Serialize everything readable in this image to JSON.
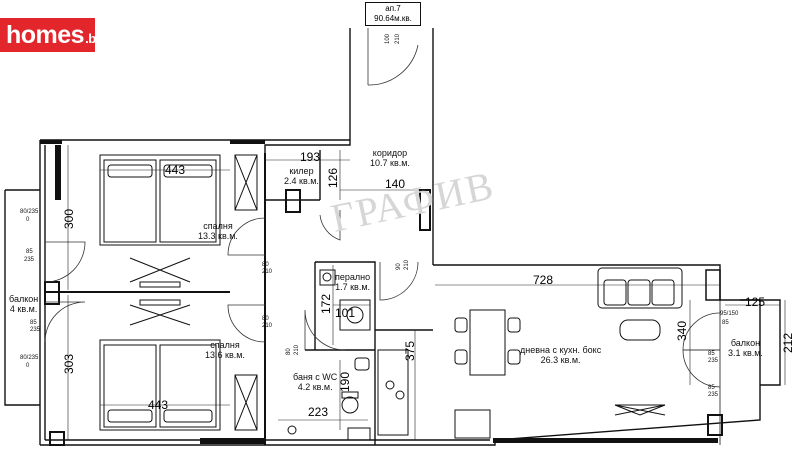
{
  "logo": {
    "name": "homes",
    "tld": ".bg",
    "color": "#e3262b"
  },
  "apartment": {
    "number": "ап.7",
    "area": "90.64м.кв."
  },
  "watermark": "ГРАФИВ",
  "rooms": {
    "corridor": {
      "name": "коридор",
      "area": "10.7 кв.м."
    },
    "storage": {
      "name": "килер",
      "area": "2.4 кв.м."
    },
    "bedroom1": {
      "name": "спалня",
      "area": "13.3 кв.м."
    },
    "bedroom2": {
      "name": "спалня",
      "area": "13.6 кв.м."
    },
    "laundry": {
      "name": "перално",
      "area": "1.7 кв.м."
    },
    "bathroom": {
      "name": "баня с WC",
      "area": "4.2 кв.м."
    },
    "living": {
      "name": "дневна с кухн. бокс",
      "area": "26.3 кв.м."
    },
    "balcony_left": {
      "name": "балкон",
      "area": "4 кв.м."
    },
    "balcony_right": {
      "name": "балкон",
      "area": "3.1 кв.м."
    }
  },
  "dimensions": {
    "d193": "193",
    "d126": "126",
    "d140": "140",
    "d443_top": "443",
    "d443_bottom": "443",
    "d300": "300",
    "d303": "303",
    "d728": "728",
    "d125": "125",
    "d212": "212",
    "d340": "340",
    "d375": "375",
    "d172": "172",
    "d101": "101",
    "d190": "190",
    "d223": "223"
  },
  "door_sizes": {
    "entry_w": "100",
    "entry_h": "210",
    "bed1": "80",
    "bed1_h": "210",
    "bed2": "80",
    "bed2_h": "210",
    "bath": "80",
    "bath_h": "210",
    "laundry": "90",
    "laundry_h": "210",
    "bal_l1": "80/235",
    "bal_l1b": "0",
    "bal_l2": "85",
    "bal_l2b": "235",
    "bal_l3": "85",
    "bal_l3b": "235",
    "bal_l4": "80/235",
    "bal_l4b": "0",
    "bal_r1": "95/150",
    "bal_r1b": "85",
    "bal_r2": "85",
    "bal_r2b": "235",
    "bal_r3": "85",
    "bal_r3b": "235"
  }
}
